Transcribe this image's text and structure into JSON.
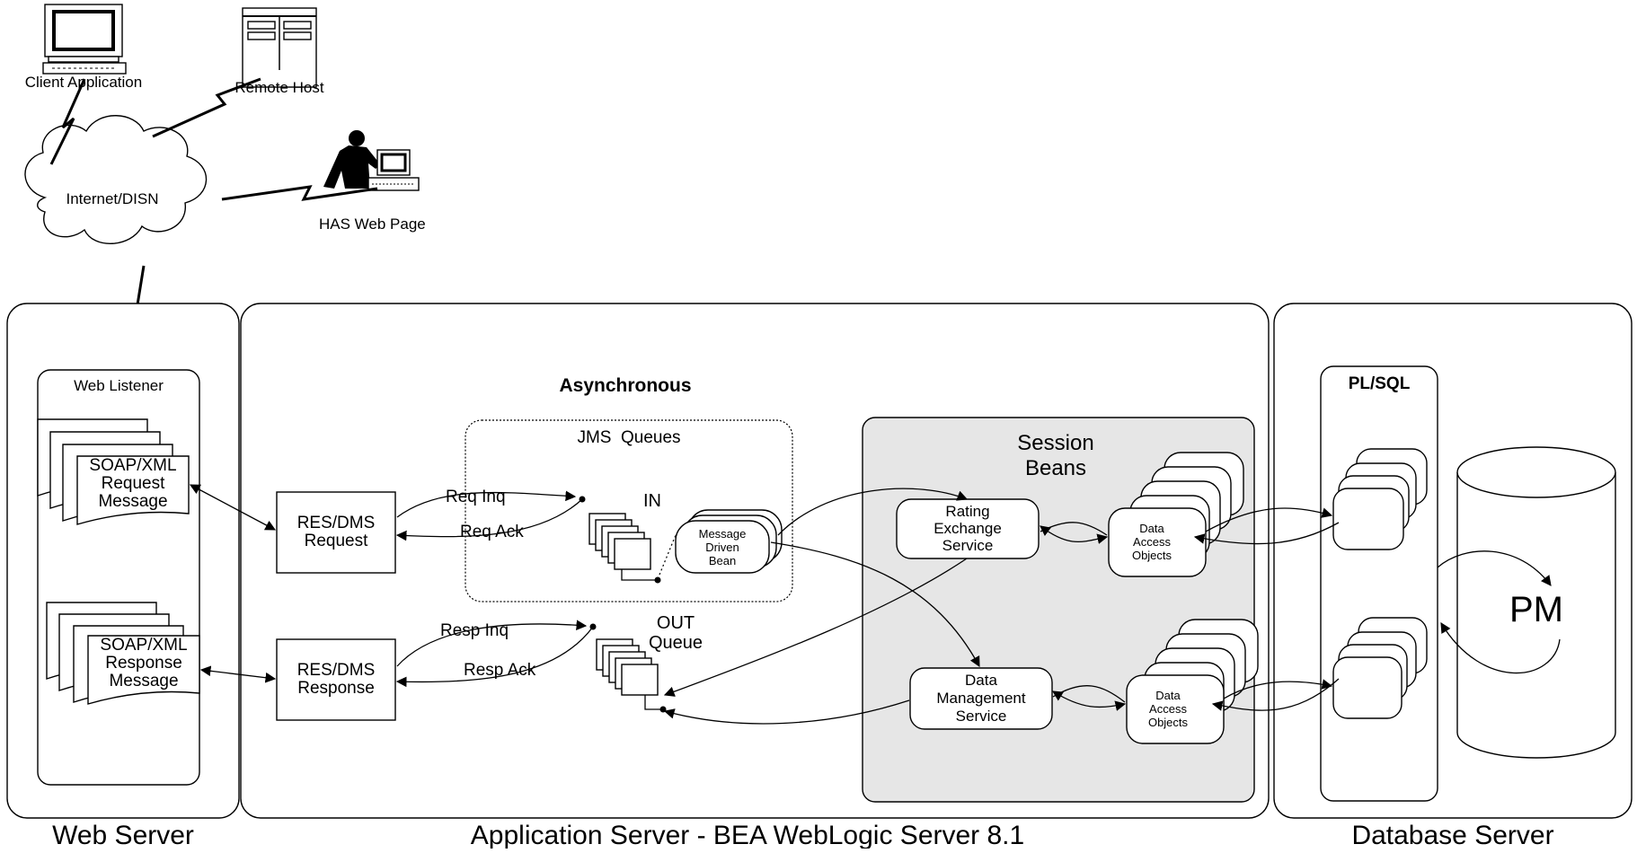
{
  "nodes": {
    "client_application": "Client Application",
    "remote_host": "Remote Host",
    "has_web_page": "HAS Web Page",
    "internet_disn": "Internet/DISN"
  },
  "web_server": {
    "title": "Web Server",
    "web_listener": "Web Listener",
    "request_doc": [
      "SOAP/XML",
      "Request",
      "Message"
    ],
    "response_doc": [
      "SOAP/XML",
      "Response",
      "Message"
    ]
  },
  "app_server": {
    "title": "Application Server - BEA WebLogic Server 8.1",
    "asynchronous": "Asynchronous",
    "res_dms_request": [
      "RES/DMS",
      "Request"
    ],
    "res_dms_response": [
      "RES/DMS",
      "Response"
    ],
    "jms_queues": "JMS  Queues",
    "in_queue": "IN",
    "out_queue": [
      "OUT",
      "Queue"
    ],
    "req_inq": "Req Inq",
    "req_ack": "Req Ack",
    "resp_inq": "Resp Inq",
    "resp_ack": "Resp Ack",
    "message_driven_bean": [
      "Message",
      "Driven",
      "Bean"
    ],
    "session_beans": [
      "Session",
      "Beans"
    ],
    "rating_exchange_service": [
      "Rating",
      "Exchange",
      "Service"
    ],
    "data_management_service": [
      "Data",
      "Management",
      "Service"
    ],
    "data_access_objects": [
      "Data",
      "Access",
      "Objects"
    ]
  },
  "database_server": {
    "title": "Database Server",
    "plsql": "PL/SQL",
    "pm": "PM"
  },
  "colors": {
    "session_beans_fill": "#e6e6e6",
    "stroke": "#000000",
    "background": "#ffffff"
  },
  "icons": [
    "computer-icon",
    "server-rack-icon",
    "person-at-workstation-icon",
    "cloud-icon",
    "lightning-link-icon",
    "cylinder-database-icon"
  ]
}
